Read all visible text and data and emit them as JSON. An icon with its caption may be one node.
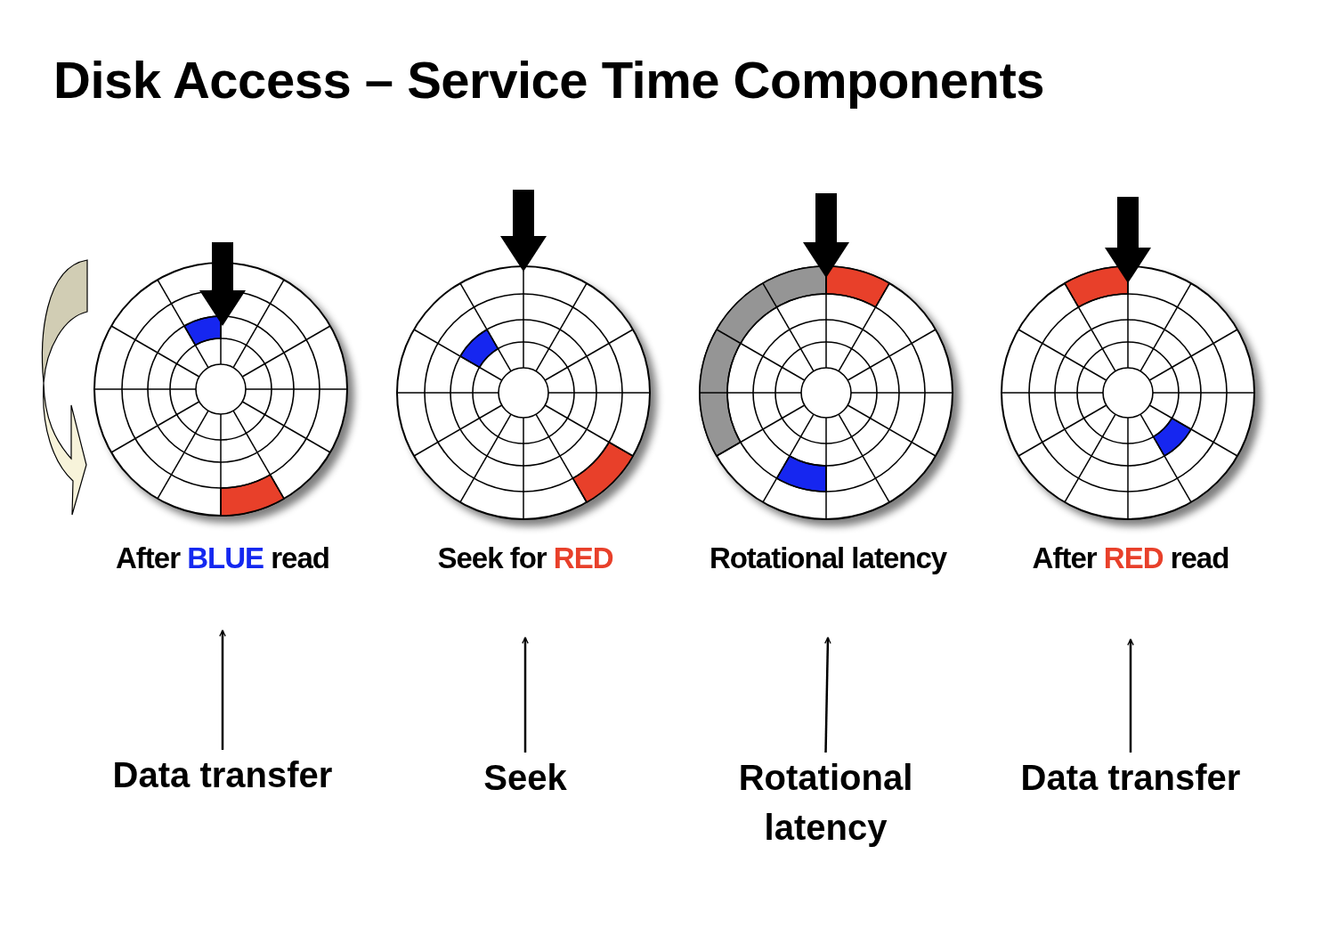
{
  "diagram": {
    "title": "Disk Access – Service Time Components",
    "nodes": [
      {
        "text": [
          "After BLUE read"
        ]
      },
      {
        "text": [
          "Seek for RED"
        ]
      },
      {
        "text": [
          "Rotational latency"
        ]
      },
      {
        "text": [
          "After RED read"
        ]
      },
      {
        "text": [
          "Data transfer"
        ]
      },
      {
        "text": [
          "Seek"
        ]
      },
      {
        "text": [
          "Rotational latency"
        ]
      },
      {
        "text": [
          "Data transfer"
        ]
      }
    ],
    "edges": [
      {
        "from": 4,
        "to": 0,
        "arrow": "to"
      },
      {
        "from": 5,
        "to": 1,
        "arrow": "to"
      },
      {
        "from": 6,
        "to": 2,
        "arrow": "to"
      },
      {
        "from": 7,
        "to": 3,
        "arrow": "to"
      }
    ]
  }
}
